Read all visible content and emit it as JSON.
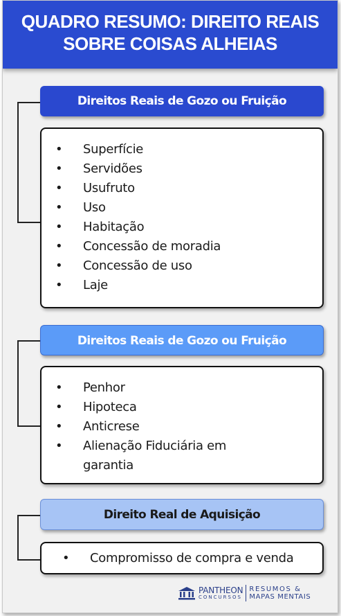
{
  "title": {
    "line1": "QUADRO RESUMO: DIREITO REAIS",
    "line2": "SOBRE COISAS ALHEIAS"
  },
  "sections": [
    {
      "heading": "Direitos Reais de Gozo ou Fruição",
      "color": "#2a48cf",
      "items": [
        "Superfície",
        "Servidões",
        "Usufruto",
        "Uso",
        "Habitação",
        "Concessão de moradia",
        "Concessão de uso",
        "Laje"
      ]
    },
    {
      "heading": "Direitos Reais de Gozo ou Fruição",
      "color": "#5b9bf8",
      "items": [
        "Penhor",
        "Hipoteca",
        "Anticrese",
        "Alienação Fiduciária em garantia"
      ]
    },
    {
      "heading": "Direito Real de Aquisição",
      "color": "#a7c4f5",
      "items": [
        "Compromisso de compra e venda"
      ]
    }
  ],
  "bullet": "•",
  "footer": {
    "brand": "PANTHEON",
    "brand_sub": "CONCURSOS",
    "tag_line1": "RESUMOS &",
    "tag_line2": "MAPAS MENTAIS",
    "logo_icon": "temple-icon"
  }
}
